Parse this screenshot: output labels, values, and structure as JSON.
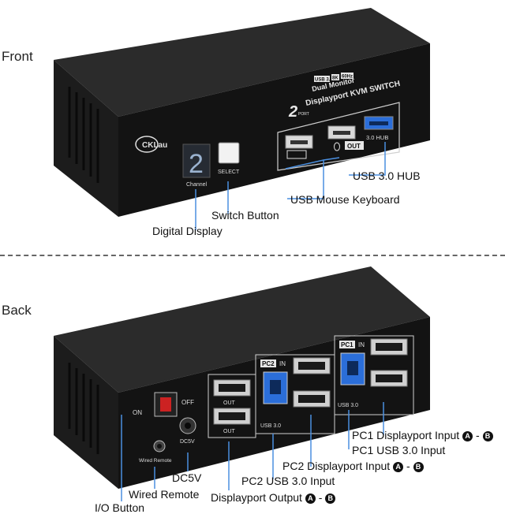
{
  "sections": {
    "front": "Front",
    "back": "Back"
  },
  "device_front": {
    "brand": "CKLau",
    "badge_usb": "USB 3.0",
    "badge_res": "8K",
    "badge_hz": "60Hz",
    "model_line1": "Dual Monitor",
    "model_line2": "Displayport KVM SWITCH",
    "model_ports_num": "2",
    "model_ports_word": "PORT",
    "display_digit": "2",
    "channel_label": "Channel",
    "select_label": "SELECT",
    "out_label": "OUT",
    "hub_label": "3.0 HUB"
  },
  "device_back": {
    "pc2_label": "PC2",
    "pc1_label": "PC1",
    "in_label": "IN",
    "usb_label": "USB 3.0",
    "out_label": "OUT",
    "on_label": "ON",
    "off_label": "OFF",
    "wired_remote_small": "Wired Remote",
    "dc5v_small": "DC5V"
  },
  "callouts_front": {
    "usb_hub": "USB 3.0 HUB",
    "usb_mouse_keyboard": "USB Mouse Keyboard",
    "switch_button": "Switch Button",
    "digital_display": "Digital Display"
  },
  "callouts_back": {
    "pc1_displayport_input": "PC1 Displayport Input",
    "pc1_usb_input": "PC1 USB 3.0 Input",
    "pc2_displayport_input": "PC2 Displayport Input",
    "pc2_usb_input": "PC2 USB 3.0 Input",
    "dc5v": "DC5V",
    "wired_remote": "Wired Remote",
    "io_button": "I/O Button",
    "displayport_output": "Displayport Output",
    "port_a": "A",
    "port_b": "B",
    "dash": "-"
  },
  "colors": {
    "body": "#161616",
    "top_face": "#2a2a2a",
    "silver": "#c8c8c8",
    "usb_blue": "#2b6ed9",
    "leader": "#4a8fe0"
  }
}
